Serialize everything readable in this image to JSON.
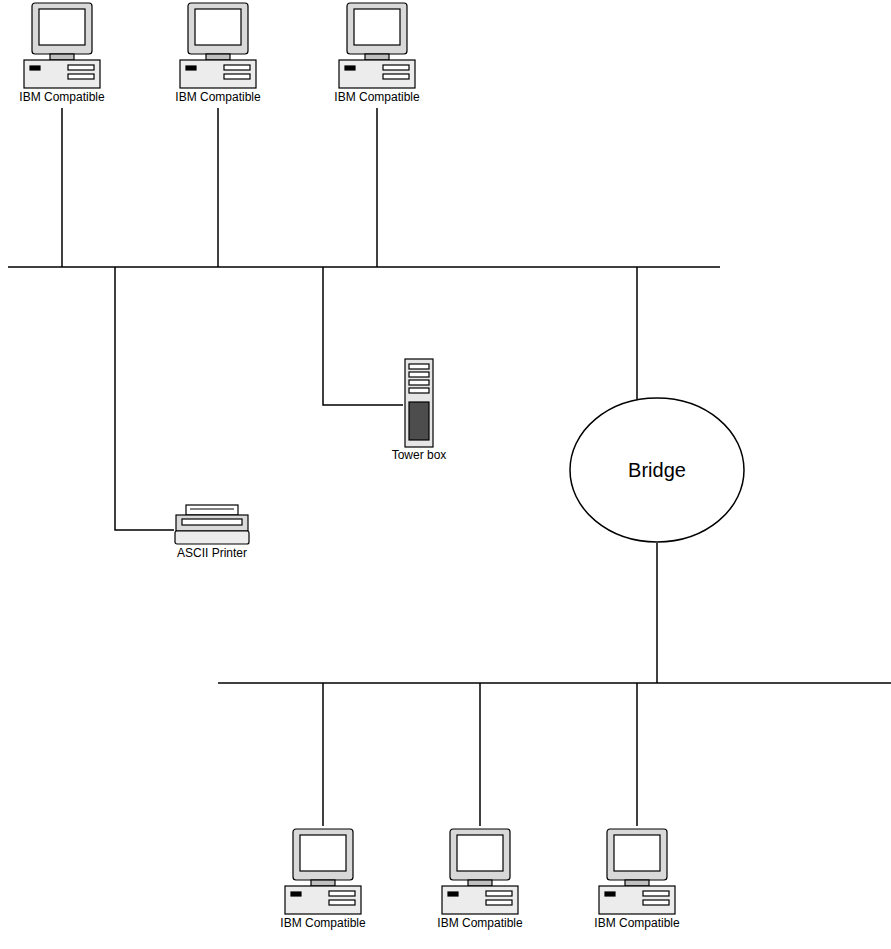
{
  "diagram": {
    "nodes": [
      {
        "text": [
          "IBM Compatible"
        ]
      },
      {
        "text": [
          "IBM Compatible"
        ]
      },
      {
        "text": [
          "IBM Compatible"
        ]
      },
      {
        "text": [
          "ASCII Printer"
        ]
      },
      {
        "text": [
          "Tower box"
        ]
      },
      {
        "text": [
          "Bridge"
        ]
      },
      {
        "text": [
          "IBM Compatible"
        ]
      },
      {
        "text": [
          "IBM Compatible"
        ]
      },
      {
        "text": [
          "IBM Compatible"
        ]
      }
    ]
  }
}
